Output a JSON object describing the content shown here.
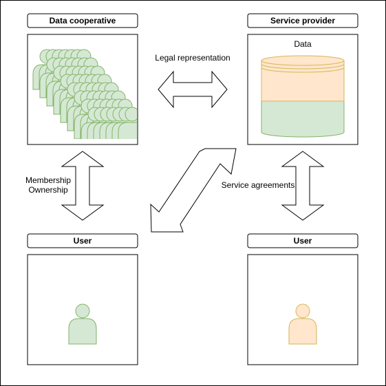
{
  "nodes": {
    "cooperative": {
      "header": "Data cooperative"
    },
    "provider": {
      "header": "Service provider",
      "cylinder_label": "Data"
    },
    "user_left": {
      "header": "User"
    },
    "user_right": {
      "header": "User"
    }
  },
  "edges": {
    "legal": {
      "label": "Legal representation"
    },
    "membership": {
      "label_line1": "Membership",
      "label_line2": "Ownership"
    },
    "service": {
      "label": "Service agreements"
    }
  },
  "colors": {
    "green_fill": "#d5e8d4",
    "green_stroke": "#82b366",
    "orange_fill": "#ffe6cc",
    "orange_stroke": "#d6b656",
    "line": "#000000"
  }
}
